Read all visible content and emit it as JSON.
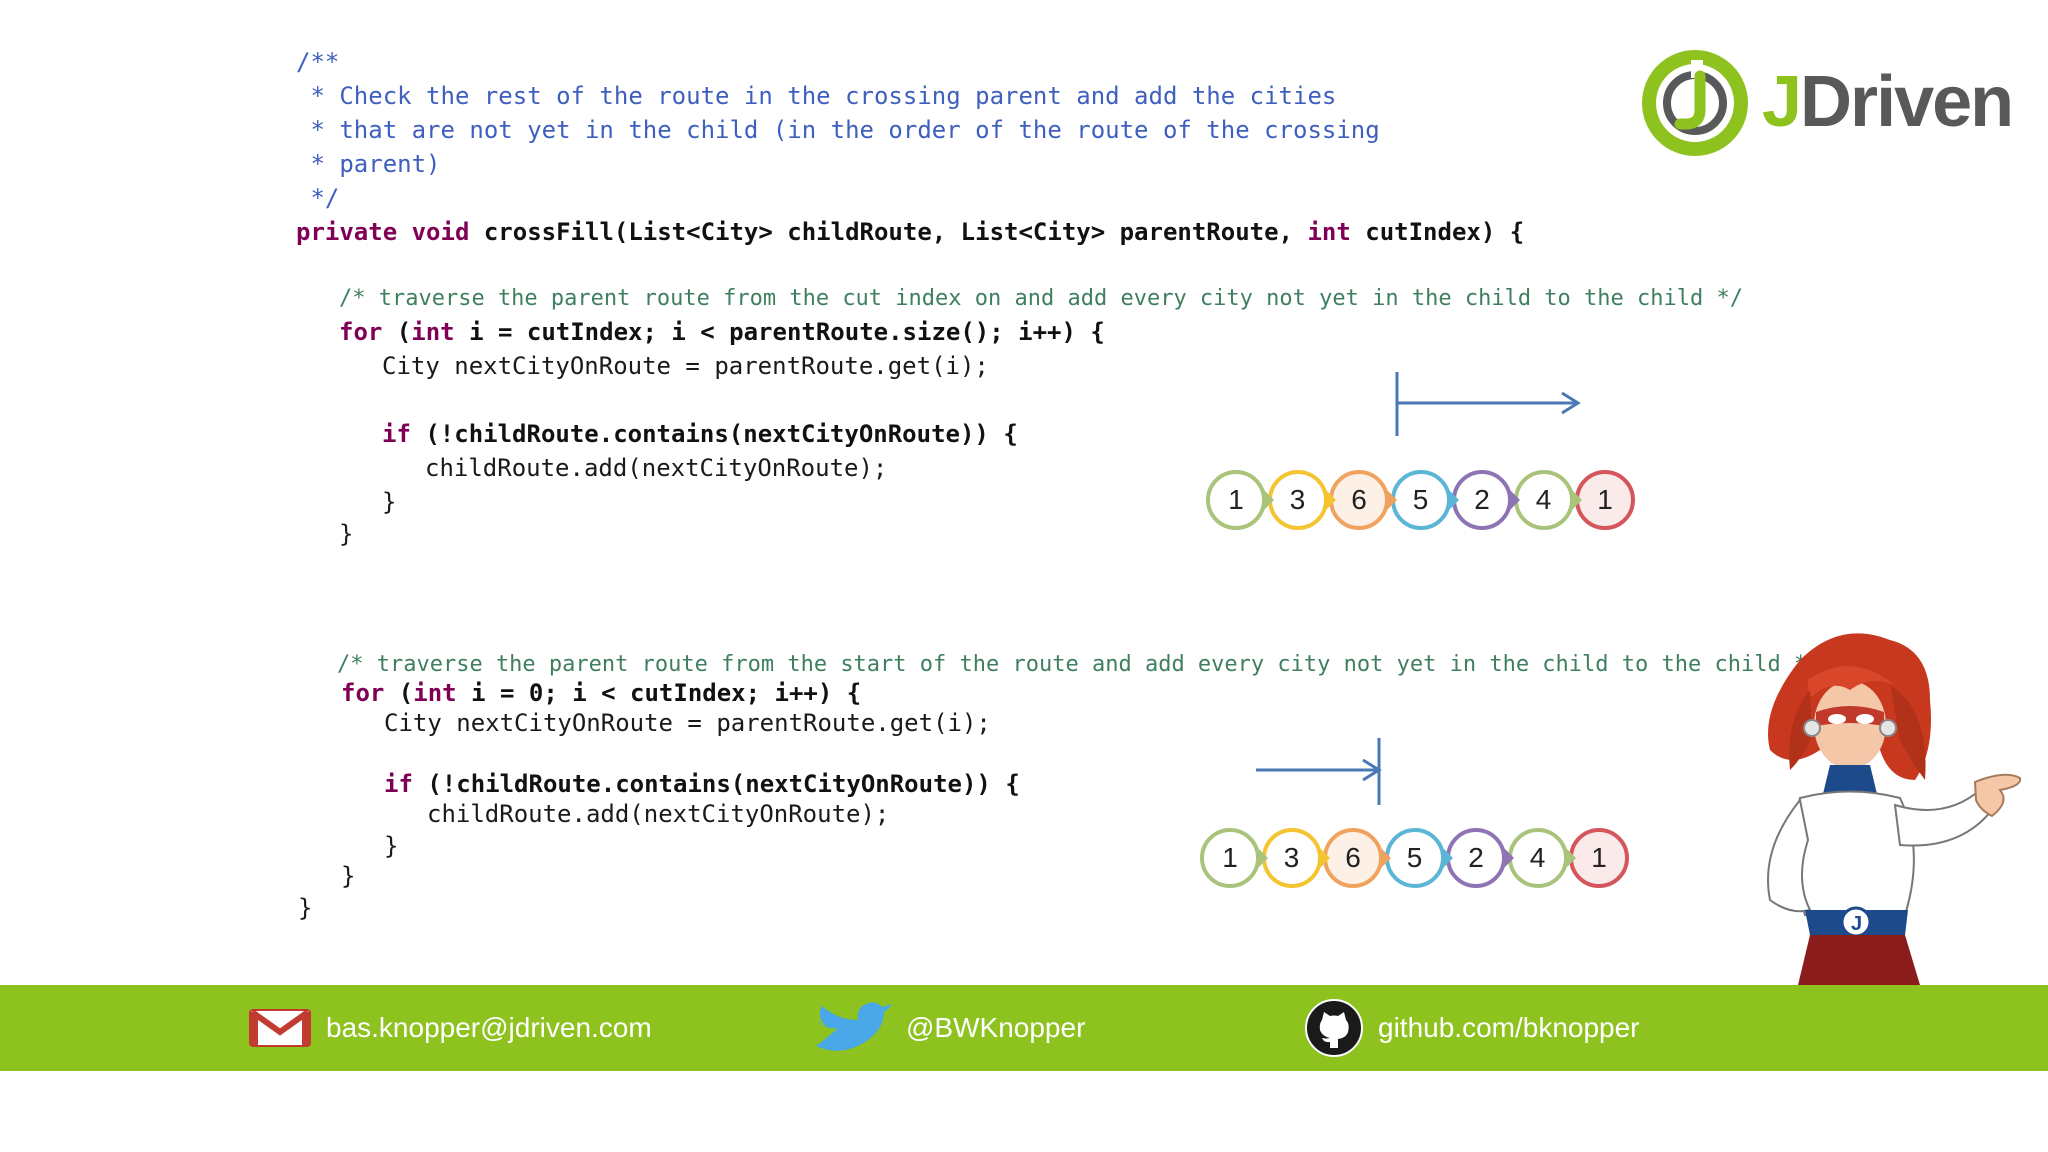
{
  "code": {
    "javadoc": [
      "/**",
      " * Check the rest of the route in the crossing parent and add the cities",
      " * that are not yet in the child (in the order of the route of the crossing",
      " * parent)",
      " */"
    ],
    "signature": {
      "modifier": "private void",
      "method": "crossFill(List<City> childRoute, List<City> parentRoute, ",
      "int_kw": "int",
      "rest": " cutIndex) {"
    },
    "loop1": {
      "comment": "/* traverse the parent route from the cut index on and add every city not yet in the child to the child */",
      "for_kw": "for",
      "for_open": " (",
      "int_kw": "int",
      "for_rest": " i = cutIndex; i < parentRoute.size(); i++) {",
      "assign": "City nextCityOnRoute = parentRoute.get(i);",
      "if_kw": "if",
      "if_rest": " (!childRoute.contains(nextCityOnRoute)) {",
      "add": "childRoute.add(nextCityOnRoute);",
      "close_if": "}",
      "close_for": "}"
    },
    "loop2": {
      "comment": "/* traverse the parent route from the start of the route and add every city not yet in the child to the child */",
      "for_kw": "for",
      "for_open": " (",
      "int_kw": "int",
      "for_rest": " i = 0; i < cutIndex; i++) {",
      "assign": "City nextCityOnRoute = parentRoute.get(i);",
      "if_kw": "if",
      "if_rest": " (!childRoute.contains(nextCityOnRoute)) {",
      "add": "childRoute.add(nextCityOnRoute);",
      "close_if": "}",
      "close_for": "}"
    },
    "close_method": "}"
  },
  "logo": {
    "j": "J",
    "rest": "Driven",
    "green": "#8dc21f",
    "grey": "#58595b"
  },
  "routes": {
    "top": {
      "cities": [
        "1",
        "3",
        "6",
        "5",
        "2",
        "4",
        "1"
      ],
      "arrow_direction": "right-from-cut"
    },
    "bottom": {
      "cities": [
        "1",
        "3",
        "6",
        "5",
        "2",
        "4",
        "1"
      ],
      "arrow_direction": "right-to-cut"
    },
    "node_colors": [
      "#a9c47a",
      "#f5c431",
      "#f0a35e",
      "#5bb5d5",
      "#8f74b5",
      "#a9c47a",
      "#d4565b"
    ],
    "node_fills": [
      "#ffffff",
      "#ffffff",
      "#fdf0e6",
      "#ffffff",
      "#ffffff",
      "#ffffff",
      "#fbeaea"
    ],
    "arrow_color": "#4a78b5"
  },
  "footer": {
    "background": "#8dc21f",
    "email": "bas.knopper@jdriven.com",
    "email_icon": "gmail-icon",
    "twitter": "@BWKnopper",
    "twitter_icon": "twitter-bird-icon",
    "github": "github.com/bknopper",
    "github_icon": "github-octocat-icon"
  },
  "illustration": {
    "name": "superhero-character",
    "hair_color": "#c8381f",
    "suit_color": "#ffffff",
    "accent_color": "#1c4a8a"
  }
}
